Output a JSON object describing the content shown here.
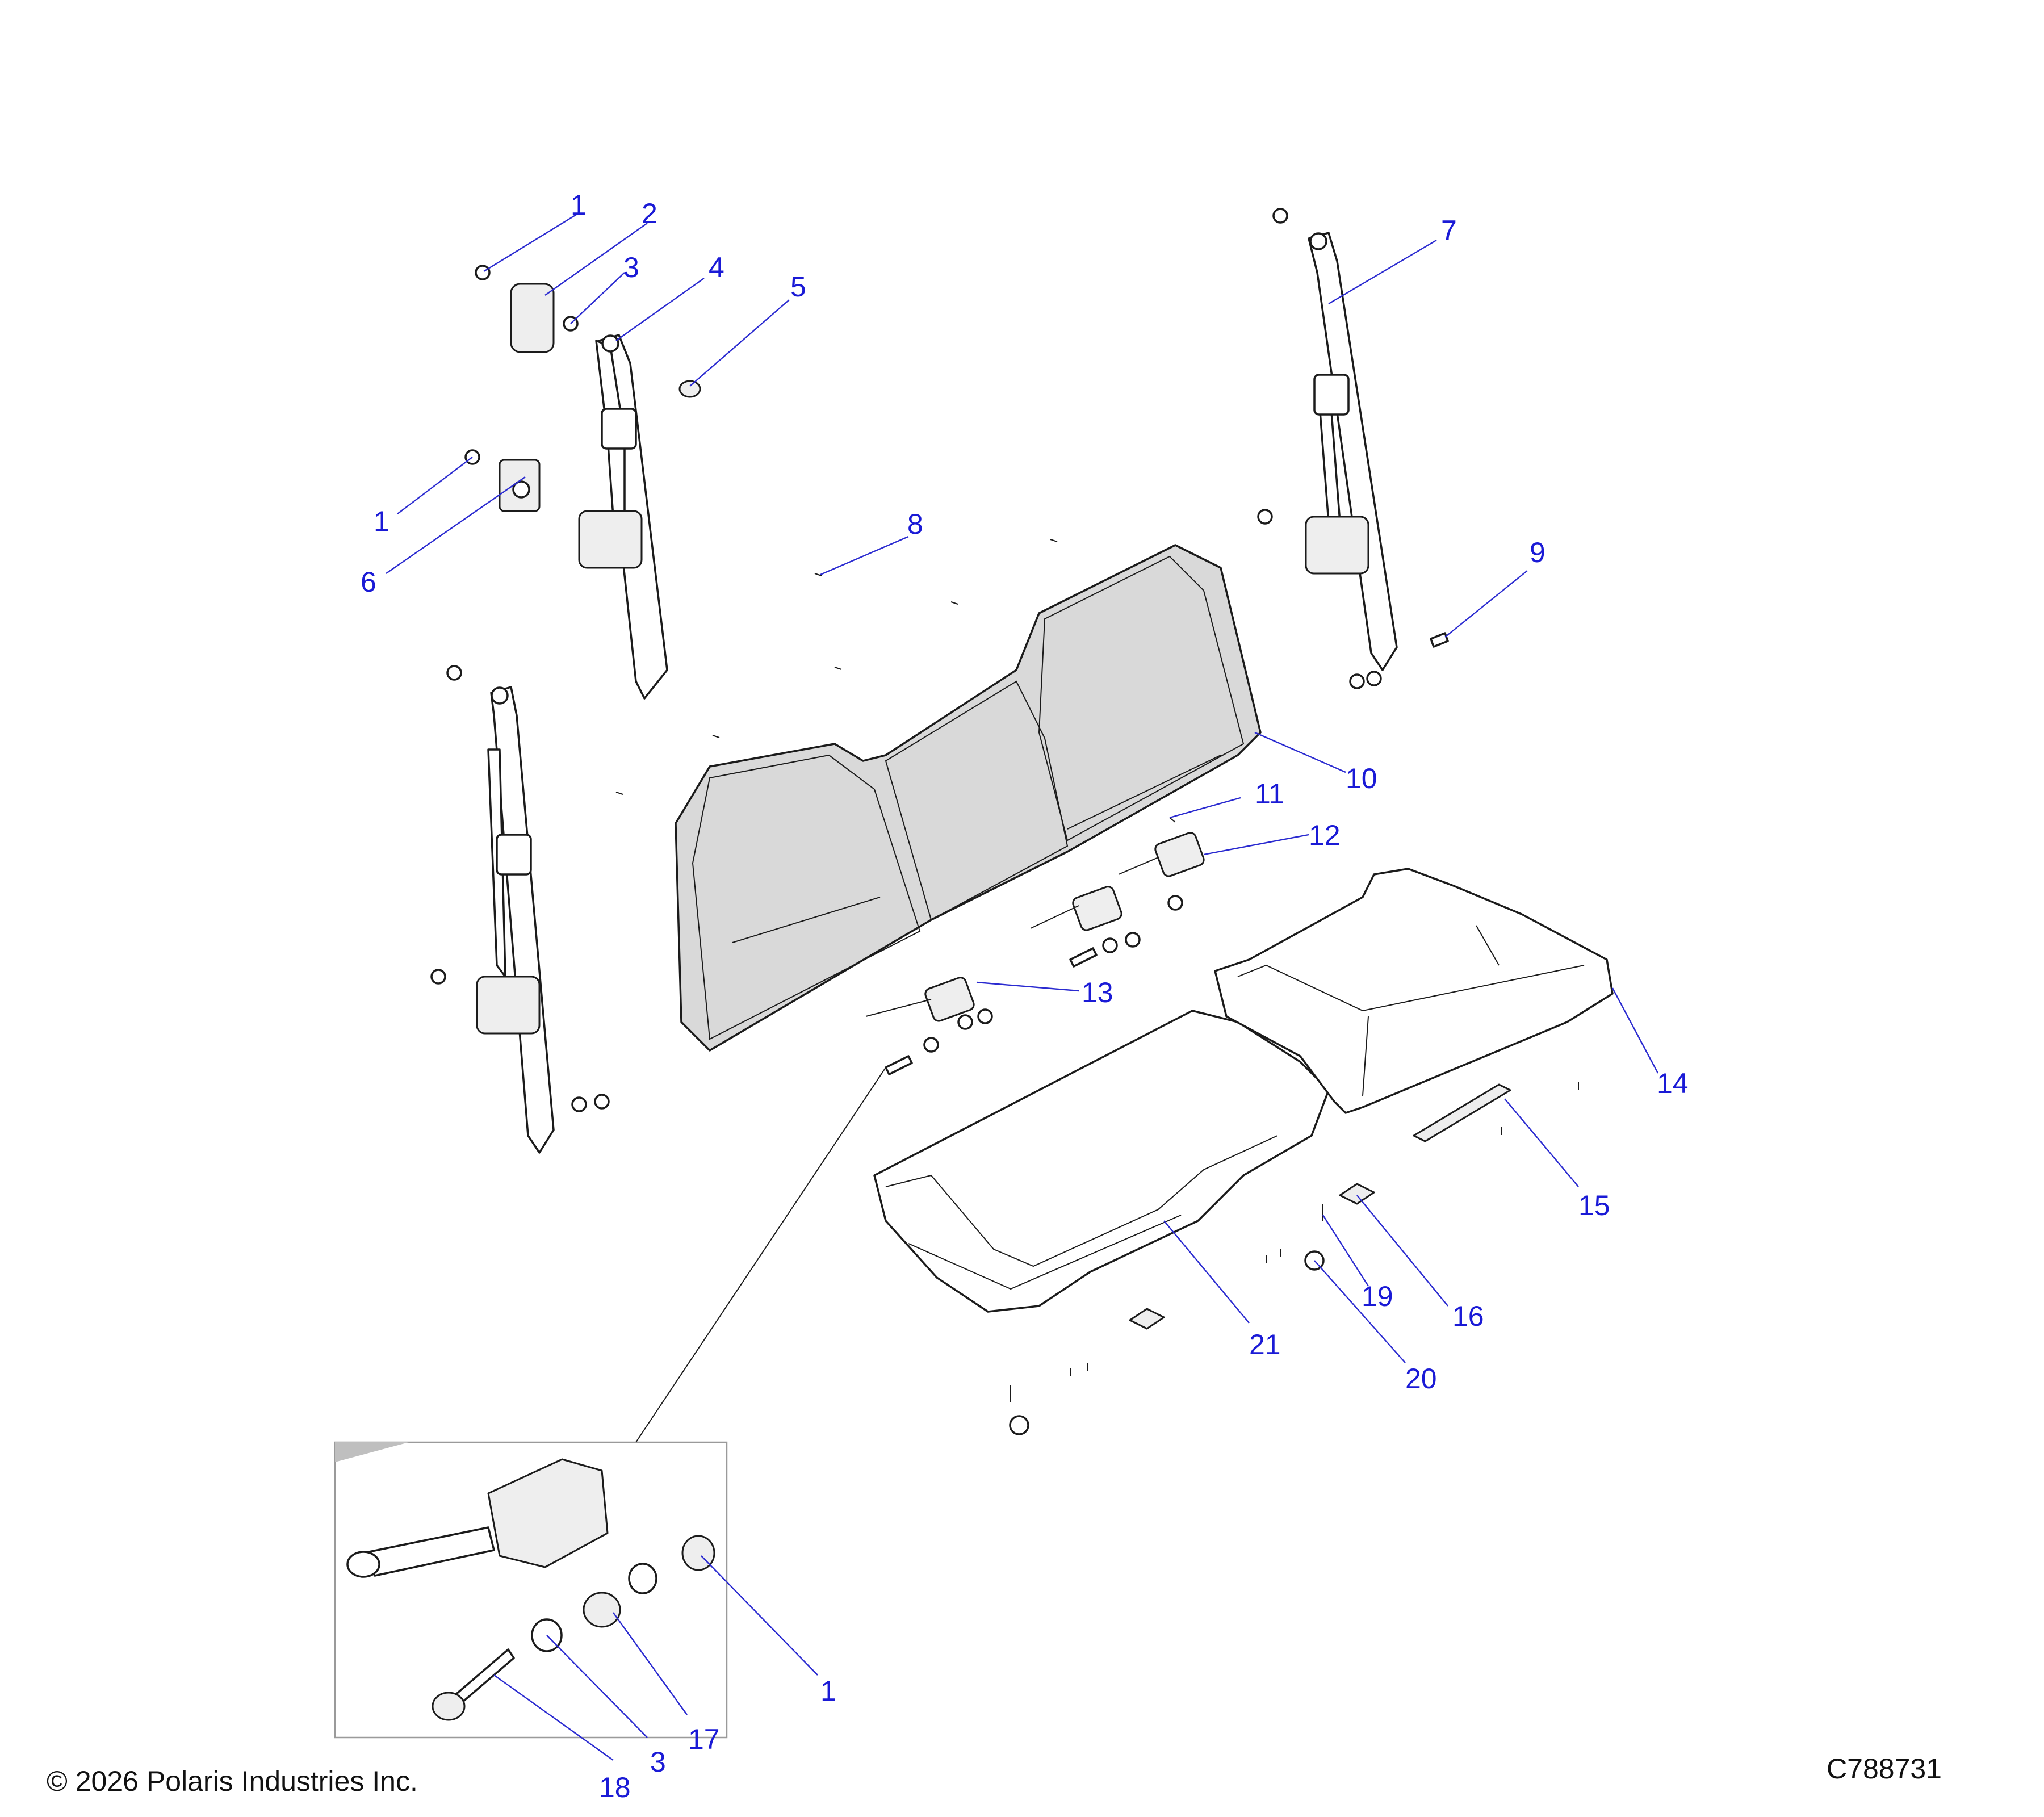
{
  "diagram": {
    "callouts": [
      "1",
      "2",
      "3",
      "4",
      "5",
      "1",
      "6",
      "7",
      "8",
      "9",
      "10",
      "11",
      "12",
      "13",
      "14",
      "15",
      "19",
      "16",
      "21",
      "20",
      "1",
      "17",
      "3",
      "18"
    ]
  },
  "footer": {
    "copyright": "© 2026 Polaris Industries Inc.",
    "diagram_code": "C788731"
  }
}
